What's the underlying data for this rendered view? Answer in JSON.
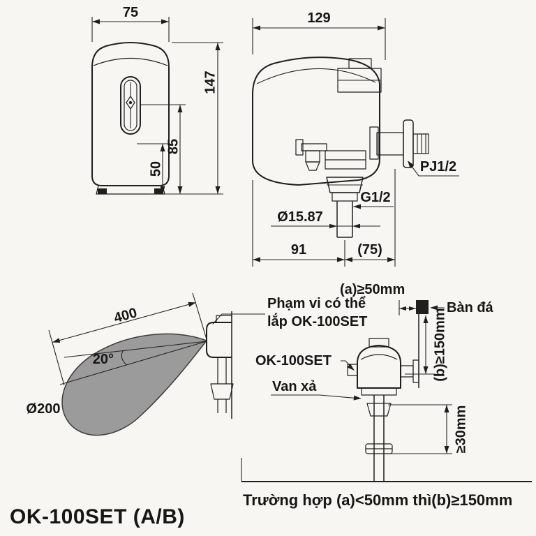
{
  "title": "OK-100SET (A/B)",
  "front_view": {
    "width": "75",
    "height": "147",
    "sensor_height": "85",
    "lower_height": "50"
  },
  "side_view": {
    "width": "129",
    "outlet_thread": "PJ1/2",
    "inlet_thread": "G1/2",
    "pipe_diameter": "Ø15.87",
    "depth": "91",
    "depth_extra": "(75)"
  },
  "detection": {
    "range": "400",
    "angle": "20°",
    "spot_diameter": "Ø200"
  },
  "installation": {
    "range_note_line1": "Phạm vi có thể",
    "range_note_line2": "lắp OK-100SET",
    "model": "OK-100SET",
    "flush_valve": "Van xả",
    "clearance_a": "(a)≥50mm",
    "counter": "Bàn đá",
    "clearance_b": "(b)≥150mm",
    "clearance_bottom": "≥30mm",
    "note": "Trường hợp (a)<50mm thì(b)≥150mm"
  }
}
